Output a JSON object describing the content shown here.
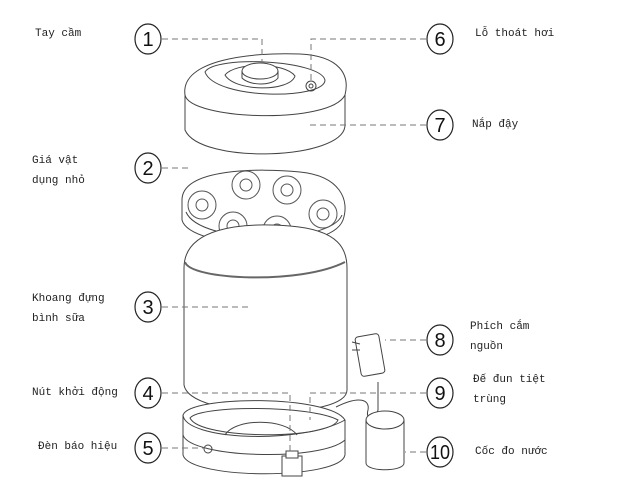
{
  "parts": [
    {
      "number": "1",
      "label_lines": [
        "Tay cầm"
      ]
    },
    {
      "number": "2",
      "label_lines": [
        "Giá vật",
        "dụng nhỏ"
      ]
    },
    {
      "number": "3",
      "label_lines": [
        "Khoang đựng",
        "bình sữa"
      ]
    },
    {
      "number": "4",
      "label_lines": [
        "Nút khởi động"
      ]
    },
    {
      "number": "5",
      "label_lines": [
        "Đèn báo hiệu"
      ]
    },
    {
      "number": "6",
      "label_lines": [
        "Lỗ thoát hơi"
      ]
    },
    {
      "number": "7",
      "label_lines": [
        "Nắp đậy"
      ]
    },
    {
      "number": "8",
      "label_lines": [
        "Phích cắm",
        "nguồn"
      ]
    },
    {
      "number": "9",
      "label_lines": [
        "Đế đun tiệt",
        "trùng"
      ]
    },
    {
      "number": "10",
      "label_lines": [
        "Cốc đo nước"
      ]
    }
  ]
}
